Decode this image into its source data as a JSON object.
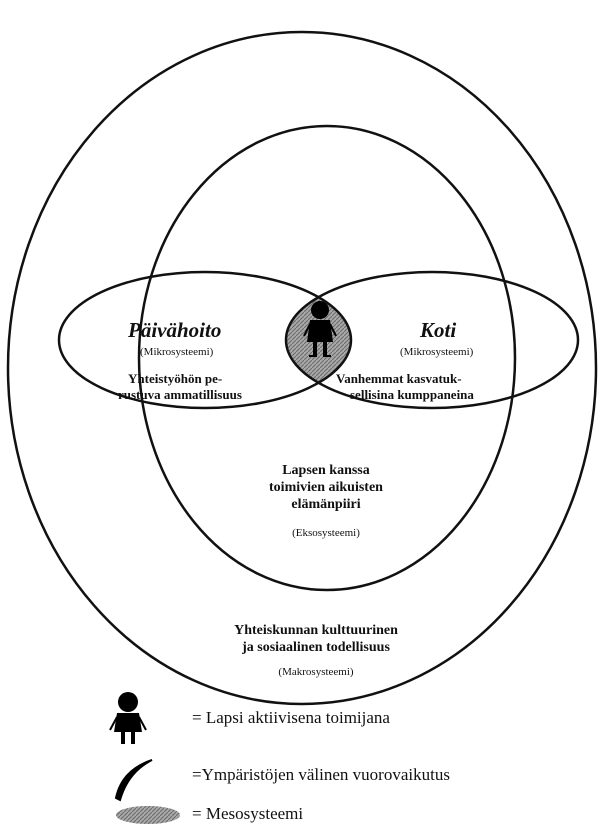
{
  "diagram": {
    "left_micro": {
      "title": "Päivähoito",
      "sub": "(Mikrosysteemi)",
      "desc_line1": "Yhteistyöhön pe-",
      "desc_line2": "rustuva ammatillisuus"
    },
    "right_micro": {
      "title": "Koti",
      "sub": "(Mikrosysteemi)",
      "desc_line1": "Vanhemmat kasvatuk-",
      "desc_line2": "sellisina kumppaneina"
    },
    "exo": {
      "line1": "Lapsen kanssa",
      "line2": "toimivien aikuisten",
      "line3": "elämänpiiri",
      "sub": "(Eksosysteemi)"
    },
    "macro": {
      "line1": "Yhteiskunnan kulttuurinen",
      "line2": "ja sosiaalinen todellisuus",
      "sub": "(Makrosysteemi)"
    }
  },
  "legend": [
    {
      "icon": "child-figure-icon",
      "text": "= Lapsi aktiivisena toimijana"
    },
    {
      "icon": "curved-line-icon",
      "text": "=Ympäristöjen välinen vuorovaikutus"
    },
    {
      "icon": "hatched-ellipse-icon",
      "text": "= Mesosysteemi"
    }
  ],
  "colors": {
    "stroke": "#111111",
    "meso_fill": "#9a9a9a"
  }
}
